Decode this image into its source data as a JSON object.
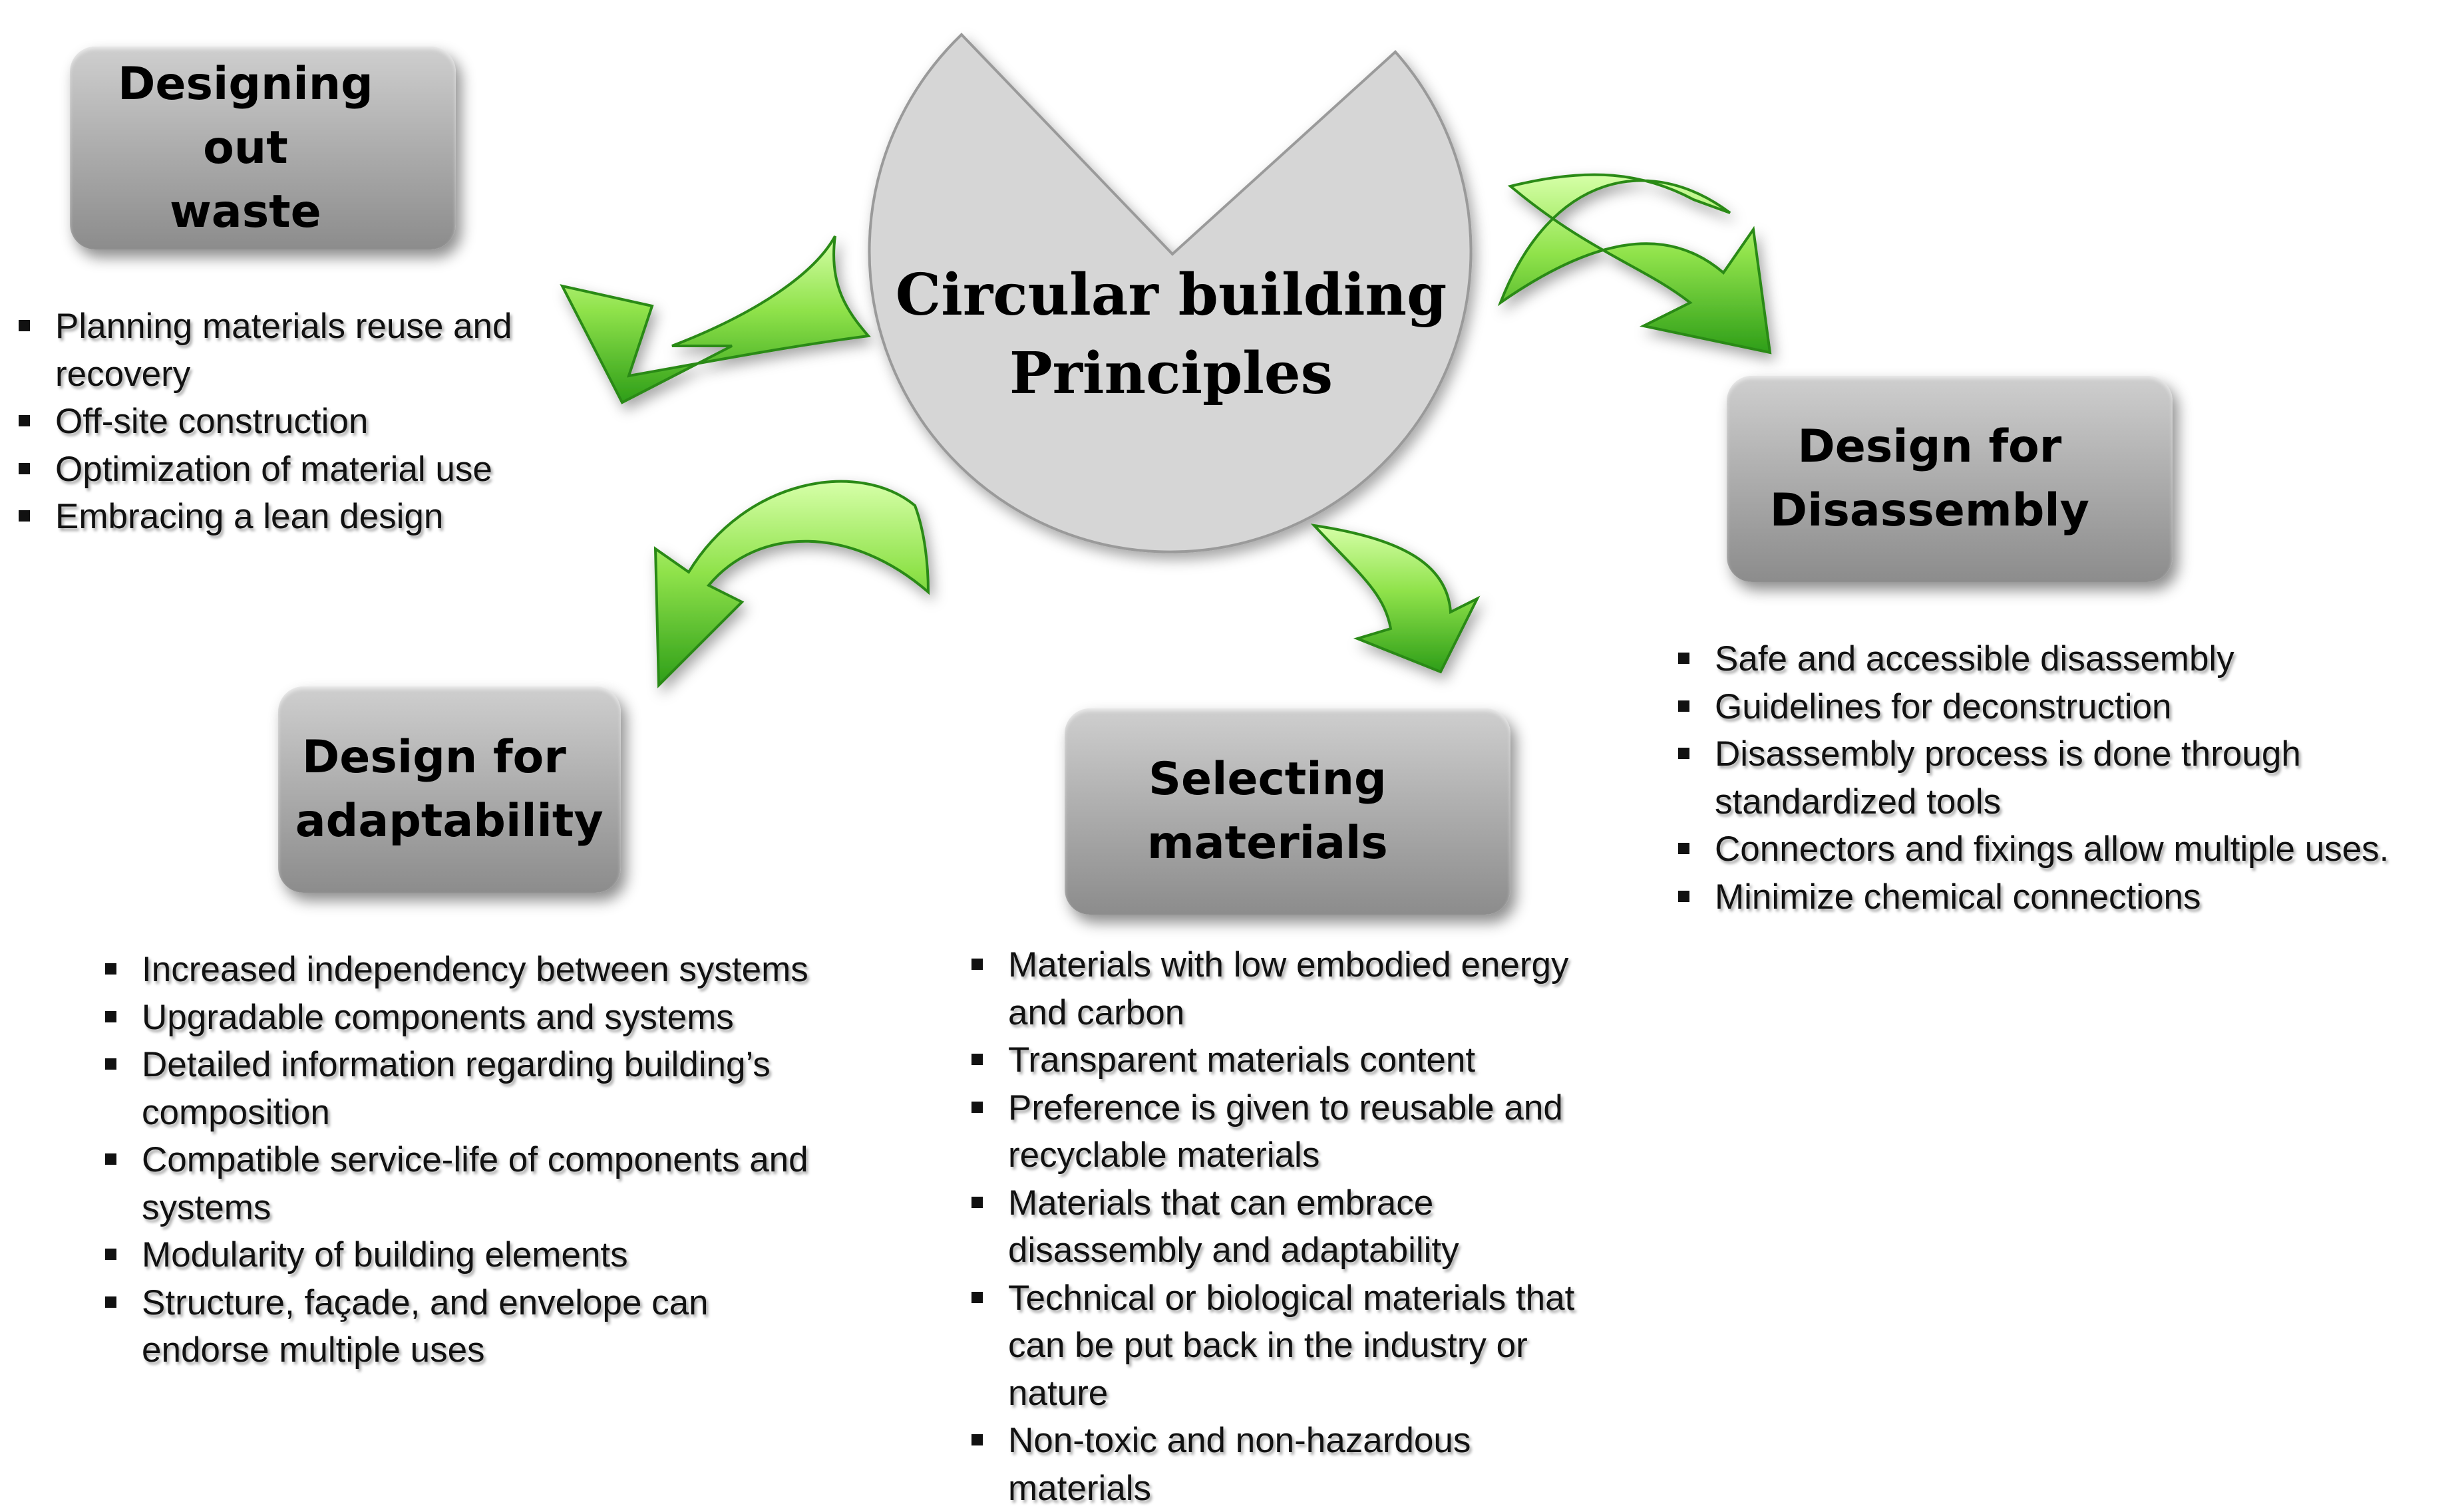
{
  "center": {
    "title_line1": "Circular building",
    "title_line2": "Principles"
  },
  "colors": {
    "circle_fill": "#d6d6d6",
    "arrow_light": "#b6f47a",
    "arrow_dark": "#2e9e18",
    "box_gradient_top": "#cfcfcf",
    "box_gradient_bottom": "#8c8c8c"
  },
  "principles": [
    {
      "heading_line1": "Designing out",
      "heading_line2": "waste",
      "items": [
        "Planning materials reuse and recovery",
        "Off-site construction",
        "Optimization of material use",
        "Embracing a lean design"
      ]
    },
    {
      "heading_line1": "Design for",
      "heading_line2": "Disassembly",
      "items": [
        "Safe and accessible disassembly",
        "Guidelines for deconstruction",
        "Disassembly process is done through standardized tools",
        "Connectors and fixings allow multiple uses.",
        "Minimize chemical connections"
      ]
    },
    {
      "heading_line1": "Selecting",
      "heading_line2": "materials",
      "items": [
        "Materials with low embodied energy and carbon",
        "Transparent materials content",
        "Preference is given to reusable and recyclable materials",
        "Materials that can embrace disassembly and adaptability",
        "Technical or biological materials that can be put back in the industry or nature",
        "Non-toxic and non-hazardous materials"
      ]
    },
    {
      "heading_line1": "Design for",
      "heading_line2": "adaptability",
      "items": [
        "Increased independency between systems",
        "Upgradable components and systems",
        "Detailed information regarding building’s composition",
        "Compatible service-life of components and systems",
        "Modularity of building elements",
        "Structure, façade, and envelope can endorse multiple uses"
      ]
    }
  ]
}
